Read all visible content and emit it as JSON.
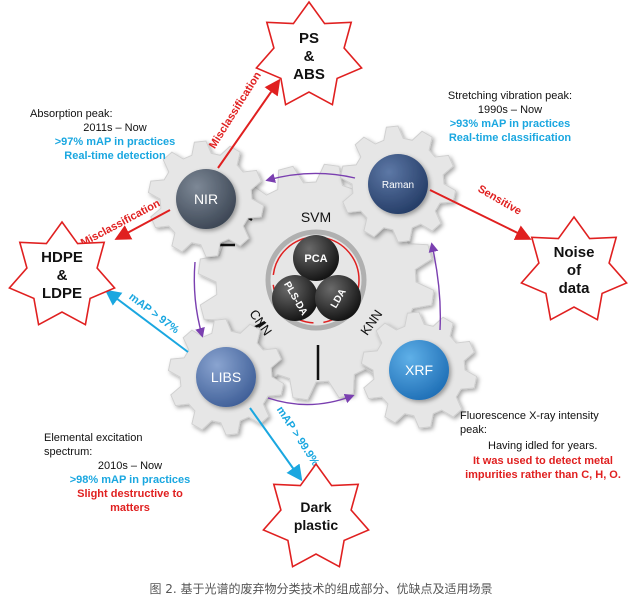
{
  "techniques": {
    "nir": "NIR",
    "raman": "Raman",
    "libs": "LIBS",
    "xrf": "XRF"
  },
  "center": {
    "pca": "PCA",
    "plsda": "PLS-DA",
    "lda": "LDA",
    "svm": "SVM",
    "cnn": "CNN",
    "knn": "KNN"
  },
  "targets": {
    "ps_abs": [
      "PS",
      "&",
      "ABS"
    ],
    "hdpe_ldpe": [
      "HDPE",
      "&",
      "LDPE"
    ],
    "noise": [
      "Noise",
      "of",
      "data"
    ],
    "dark_plastic": [
      "Dark",
      "plastic"
    ]
  },
  "arrow_labels": {
    "nir_to_ps": "Misclassification",
    "nir_to_hdpe": "Misclassification",
    "raman_to_noise": "Sensitive",
    "libs_to_hdpe": "mAP > 97%",
    "libs_to_dark": "mAP > 99.9%"
  },
  "notes": {
    "nir": {
      "peak": "Absorption peak:",
      "years": "2011s – Now",
      "map": ">97% mAP in practices",
      "use": "Real-time detection"
    },
    "raman": {
      "peak": "Stretching vibration peak:",
      "years": "1990s – Now",
      "map": ">93% mAP in practices",
      "use": "Real-time classification"
    },
    "libs": {
      "peak1": "Elemental excitation",
      "peak2": "spectrum:",
      "years": "2010s – Now",
      "map": ">98% mAP in practices",
      "use1": "Slight destructive to",
      "use2": "matters"
    },
    "xrf": {
      "peak1": "Fluorescence X-ray intensity",
      "peak2": "peak:",
      "status": "Having idled for years.",
      "use1": "It was used to detect metal",
      "use2": "impurities rather than C, H, O."
    }
  },
  "caption": "图 2. 基于光谱的废弃物分类技术的组成部分、优缺点及适用场景",
  "colors": {
    "gear": "#e6e6e6",
    "nir_ball": "#4a5563",
    "raman_ball": "#2e4a78",
    "libs_ball": "#4d6fa8",
    "xrf_ball": "#2f7fc4",
    "red": "#e02020",
    "blue": "#1aa7e0",
    "purple": "#7a3fb0"
  }
}
